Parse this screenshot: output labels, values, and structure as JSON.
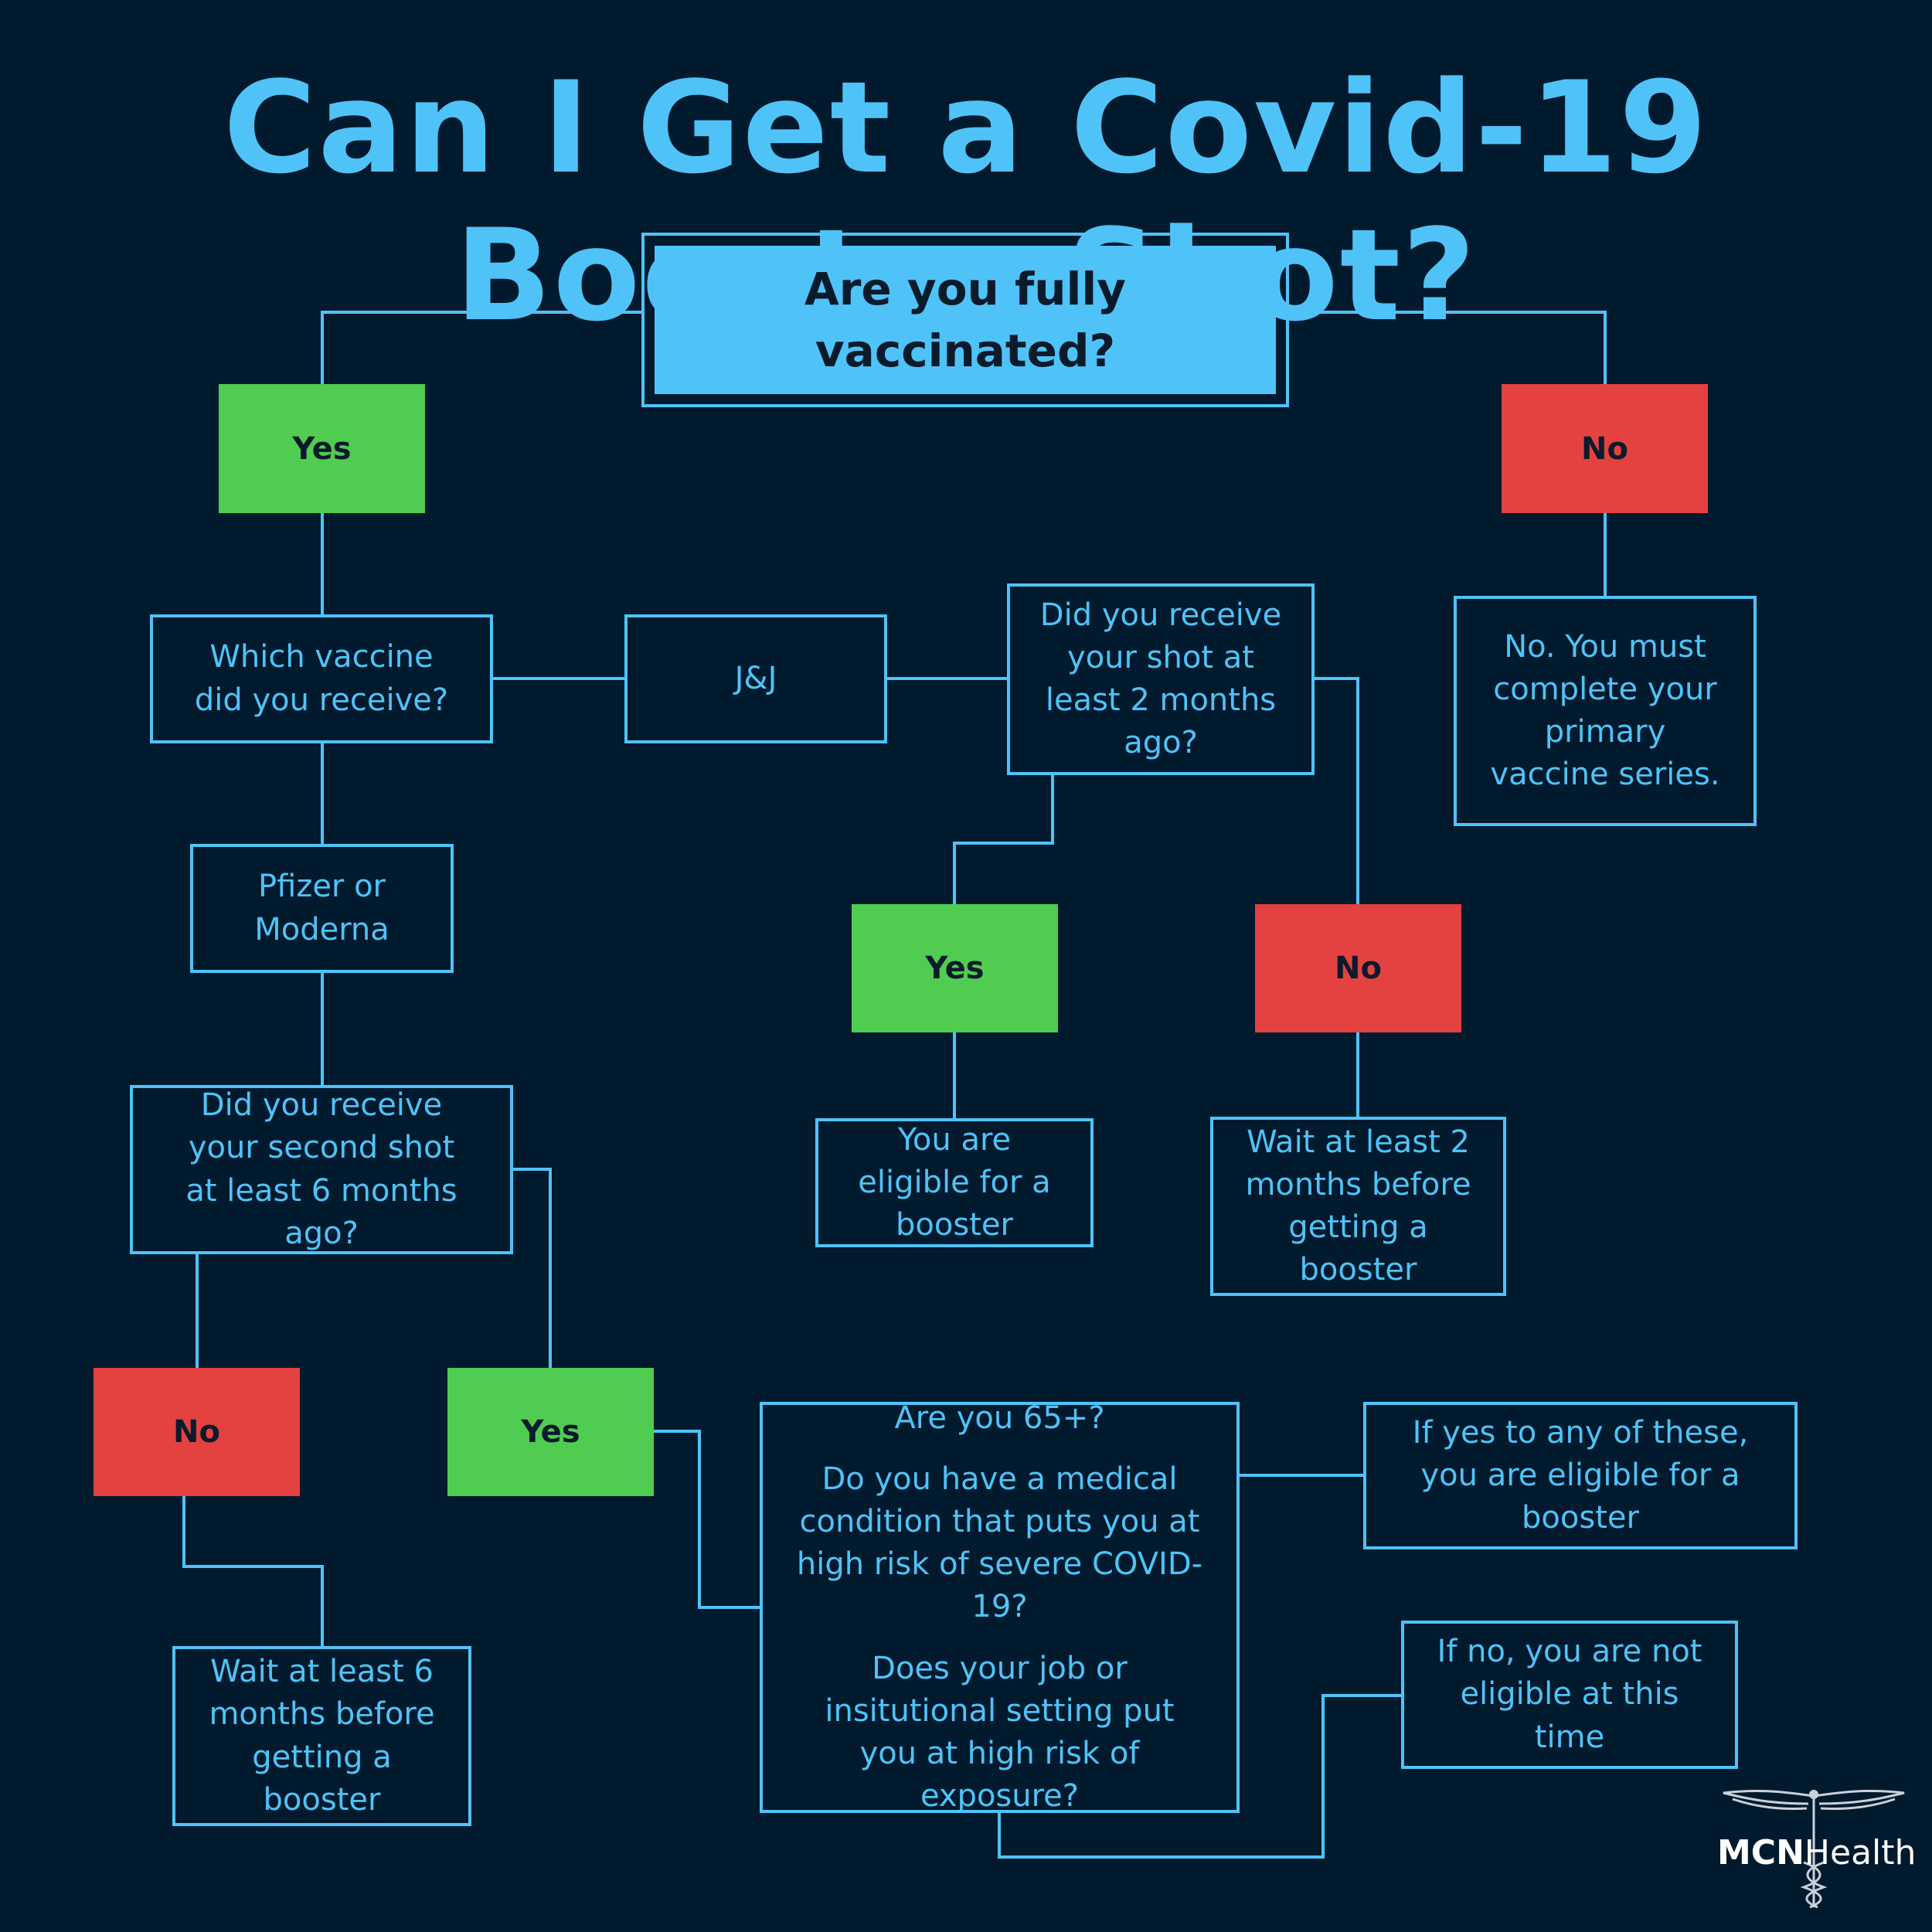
{
  "title": "Can I Get a Covid-19 Booster Shot?",
  "colors": {
    "accent": "#4fc3f7",
    "yes": "#50cc50",
    "no": "#e34240",
    "background": "#021a2e"
  },
  "nodes": {
    "q_vaccinated": "Are you fully vaccinated?",
    "yes_1": "Yes",
    "no_1": "No",
    "no_1_result": "No. You must complete your primary vaccine series.",
    "q_which": "Which vaccine did you receive?",
    "jj": "J&J",
    "q_jj_2months": "Did you receive your shot at least 2 months ago?",
    "yes_jj": "Yes",
    "no_jj": "No",
    "jj_eligible": "You are eligible for a booster",
    "jj_wait": "Wait at least 2 months before getting a booster",
    "pfizer": "Pfizer or Moderna",
    "q_6months": "Did you receive your second shot at least 6 months ago?",
    "no_6": "No",
    "yes_6": "Yes",
    "wait_6": "Wait at least 6 months before getting a booster",
    "q_risk_1": "Are you 65+?",
    "q_risk_2": "Do you have a medical condition that puts you at high risk of severe COVID-19?",
    "q_risk_3": "Does your job or insitutional setting put you at high risk of exposure?",
    "if_yes": "If yes to any of these, you are eligible for a booster",
    "if_no": "If no, you are not eligible at this time"
  },
  "logo": {
    "bold": "MCN",
    "rest": "Health",
    "icon": "caduceus-icon"
  }
}
